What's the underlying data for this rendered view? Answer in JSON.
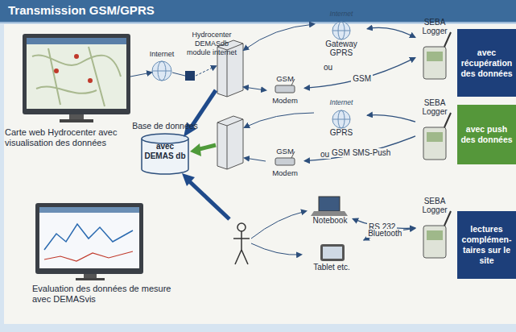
{
  "diagram": {
    "title": "Transmission GSM/GPRS",
    "nodes": [
      {
        "text": [
          "Carte web Hydrocenter avec visualisation des données"
        ]
      },
      {
        "text": [
          "Internet"
        ]
      },
      {
        "text": [
          "Hydrocenter DEMASdb module internet"
        ]
      },
      {
        "text": [
          "Base de données",
          "avec DEMAS db"
        ]
      },
      {
        "text": [
          "Evaluation des données de mesure avec DEMASvis"
        ]
      },
      {
        "text": [
          "Internet",
          "Gateway GPRS"
        ]
      },
      {
        "text": [
          "GSM",
          "Modem"
        ]
      },
      {
        "text": [
          "SEBA Logger"
        ]
      },
      {
        "text": [
          "avec récupération des données"
        ]
      },
      {
        "text": [
          "Internet",
          "GPRS"
        ]
      },
      {
        "text": [
          "GSM",
          "Modem"
        ]
      },
      {
        "text": [
          "SEBA Logger"
        ]
      },
      {
        "text": [
          "avec push des données"
        ]
      },
      {
        "text": [
          "Notebook"
        ]
      },
      {
        "text": [
          "Tablet etc."
        ]
      },
      {
        "text": [
          "SEBA Logger"
        ]
      },
      {
        "text": [
          "lectures complémen- taires sur le site"
        ]
      }
    ],
    "edges": [
      {
        "from": 5,
        "to": 7,
        "arrow": "both"
      },
      {
        "from": 6,
        "to": 7,
        "label": "GSM",
        "arrow": "both"
      },
      {
        "from": 11,
        "to": 9,
        "arrow": "to"
      },
      {
        "from": 11,
        "to": 10,
        "label": "GSM SMS-Push",
        "arrow": "to"
      },
      {
        "from": 13,
        "to": 15,
        "label": "RS 232",
        "arrow": "both"
      },
      {
        "from": 14,
        "to": 15,
        "label": "Bluetooth",
        "arrow": "both"
      }
    ],
    "labels": [
      "ou",
      "ou"
    ]
  }
}
